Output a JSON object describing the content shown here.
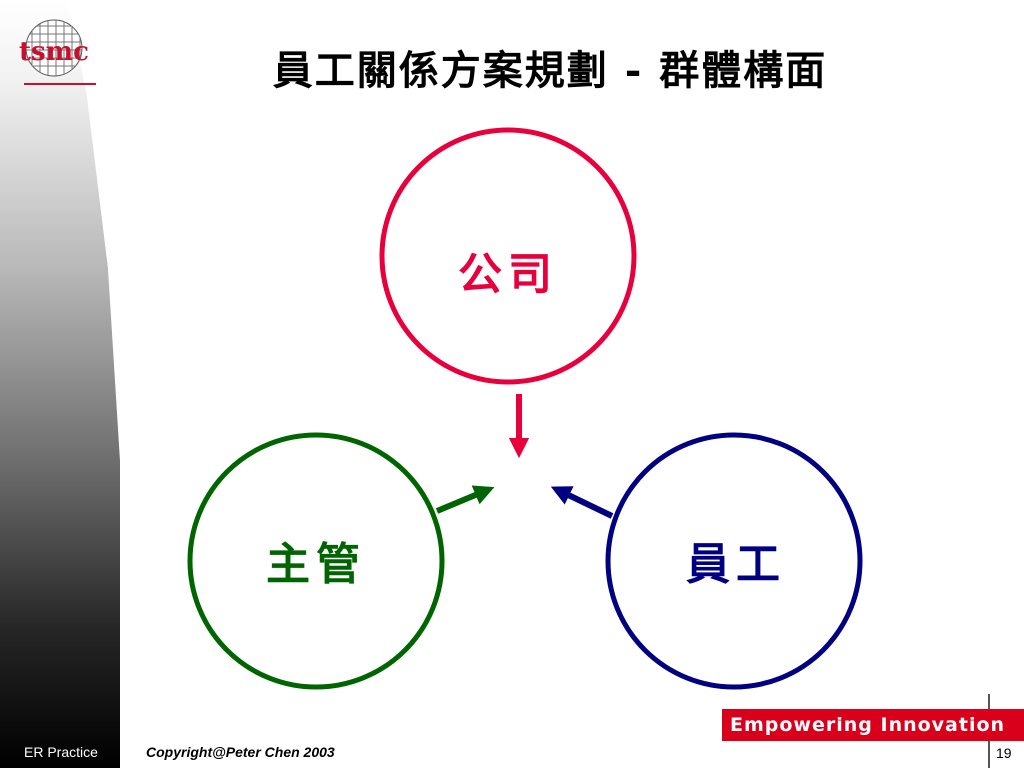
{
  "slide": {
    "title": "員工關係方案規劃 - 群體構面",
    "footer_left": "ER Practice",
    "footer_copyright": "Copyright@Peter Chen 2003",
    "banner": "Empowering Innovation",
    "page_number": "19"
  },
  "logo": {
    "text": "tsmc",
    "color": "#c8102e"
  },
  "diagram": {
    "nodes": [
      {
        "id": "company",
        "label": "公司",
        "color": "#e8003c"
      },
      {
        "id": "manager",
        "label": "主管",
        "color": "#006400"
      },
      {
        "id": "employee",
        "label": "員工",
        "color": "#000080"
      }
    ],
    "edges": [
      {
        "from": "company",
        "to": "center"
      },
      {
        "from": "manager",
        "to": "center"
      },
      {
        "from": "employee",
        "to": "center"
      }
    ]
  }
}
